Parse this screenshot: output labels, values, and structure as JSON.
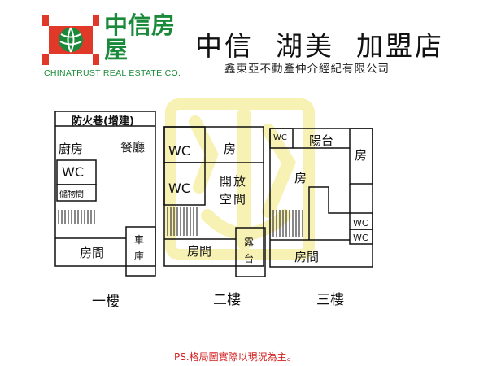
{
  "header": {
    "brand_cn": "中信房屋",
    "brand_en": "CHINATRUST REAL ESTATE CO.",
    "store_title": "中信  湖美  加盟店",
    "company": "鑫東亞不動產仲介經紀有限公司",
    "logo_icon": "globe-icon",
    "brand_color": "#1a8a3a",
    "logo_color": "#e0392a"
  },
  "floor1": {
    "label": "一樓",
    "rooms": {
      "fire_lane": "防火巷(增建)",
      "kitchen": "廚房",
      "dining": "餐廳",
      "wc": "WC",
      "storage": "儲物間",
      "bedroom": "房間",
      "garage": "車庫"
    }
  },
  "floor2": {
    "label": "二樓",
    "rooms": {
      "wc_top": "WC",
      "wc_mid": "WC",
      "room_top": "房",
      "open_space": "開放空間",
      "bedroom": "房間",
      "terrace": "露台"
    }
  },
  "floor3": {
    "label": "三樓",
    "rooms": {
      "wc_small": "WC",
      "balcony": "陽台",
      "room_center": "房",
      "room_right": "房",
      "wc_right_1": "WC",
      "wc_right_2": "WC",
      "bedroom": "房間"
    }
  },
  "footnote": "PS.格局圖實際以現況為主。",
  "watermark": {
    "color": "#f5ee9a",
    "icon": "seal-watermark-icon"
  }
}
